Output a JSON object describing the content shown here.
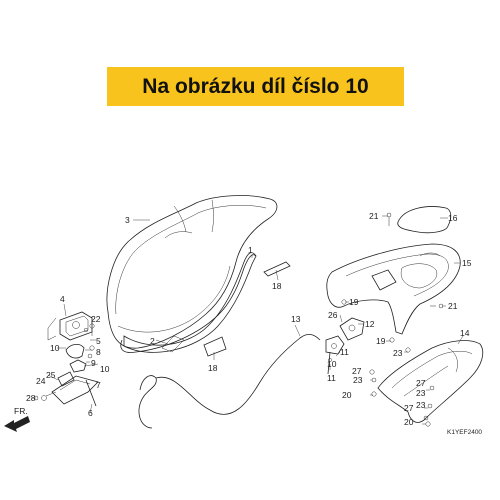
{
  "banner": {
    "title": "Na obrázku díl číslo 10",
    "bg_color": "#f7c31c"
  },
  "diagram_code": "K1YEF2400",
  "direction_label": "FR.",
  "callouts": [
    {
      "id": "c1",
      "text": "1"
    },
    {
      "id": "c2",
      "text": "2"
    },
    {
      "id": "c3",
      "text": "3"
    },
    {
      "id": "c4",
      "text": "4"
    },
    {
      "id": "c5",
      "text": "5"
    },
    {
      "id": "c6",
      "text": "6"
    },
    {
      "id": "c7",
      "text": "7"
    },
    {
      "id": "c8",
      "text": "8"
    },
    {
      "id": "c9",
      "text": "9"
    },
    {
      "id": "c10a",
      "text": "10"
    },
    {
      "id": "c10b",
      "text": "10"
    },
    {
      "id": "c11",
      "text": "11"
    },
    {
      "id": "c12",
      "text": "12"
    },
    {
      "id": "c13",
      "text": "13"
    },
    {
      "id": "c14",
      "text": "14"
    },
    {
      "id": "c15",
      "text": "15"
    },
    {
      "id": "c16",
      "text": "16"
    },
    {
      "id": "c17",
      "text": "17"
    },
    {
      "id": "c18a",
      "text": "18"
    },
    {
      "id": "c18b",
      "text": "18"
    },
    {
      "id": "c19a",
      "text": "19"
    },
    {
      "id": "c19b",
      "text": "19"
    },
    {
      "id": "c20a",
      "text": "20"
    },
    {
      "id": "c20b",
      "text": "20"
    },
    {
      "id": "c21a",
      "text": "21"
    },
    {
      "id": "c21b",
      "text": "21"
    },
    {
      "id": "c22",
      "text": "22"
    },
    {
      "id": "c23a",
      "text": "23"
    },
    {
      "id": "c23b",
      "text": "23"
    },
    {
      "id": "c23c",
      "text": "23"
    },
    {
      "id": "c23d",
      "text": "23"
    },
    {
      "id": "c24",
      "text": "24"
    },
    {
      "id": "c25",
      "text": "25"
    },
    {
      "id": "c26",
      "text": "26"
    },
    {
      "id": "c27a",
      "text": "27"
    },
    {
      "id": "c27b",
      "text": "27"
    },
    {
      "id": "c27c",
      "text": "27"
    },
    {
      "id": "c28",
      "text": "28"
    }
  ]
}
